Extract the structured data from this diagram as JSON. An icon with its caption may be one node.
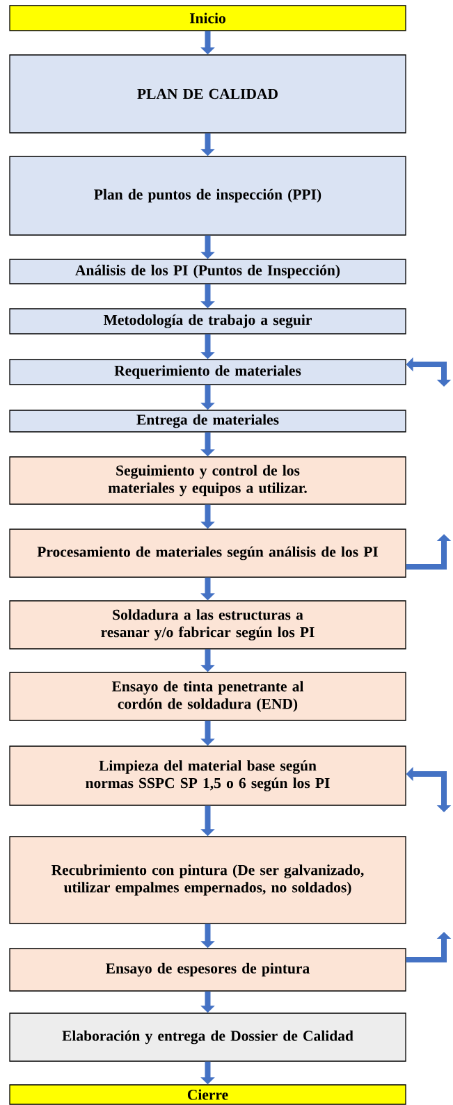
{
  "diagram": {
    "nodes": [
      {
        "text": [
          "Inicio"
        ]
      },
      {
        "text": [
          "PLAN DE CALIDAD"
        ]
      },
      {
        "text": [
          "Plan de puntos de inspección (PPI)"
        ]
      },
      {
        "text": [
          "Análisis de los PI (Puntos de Inspección)"
        ]
      },
      {
        "text": [
          "Metodología de trabajo a seguir"
        ]
      },
      {
        "text": [
          "Requerimiento de materiales"
        ]
      },
      {
        "text": [
          "Entrega de materiales"
        ]
      },
      {
        "text": [
          "Seguimiento y control de los materiales y equipos a utilizar."
        ]
      },
      {
        "text": [
          "Procesamiento de materiales según análisis de los PI"
        ]
      },
      {
        "text": [
          "Soldadura a las estructuras a resanar y/o fabricar según los PI"
        ]
      },
      {
        "text": [
          "Ensayo de tinta penetrante al cordón de soldadura (END)"
        ]
      },
      {
        "text": [
          "Limpieza del material base según normas SSPC SP 1,5 o 6 según los PI"
        ]
      },
      {
        "text": [
          "Recubrimiento con pintura (De ser galvanizado, utilizar empalmes empernados, no soldados)"
        ]
      },
      {
        "text": [
          "Ensayo de espesores de pintura"
        ]
      },
      {
        "text": [
          "Elaboración y entrega de Dossier de Calidad"
        ]
      },
      {
        "text": [
          "Cierre"
        ]
      }
    ],
    "edges": [
      {
        "from": 0,
        "to": 1,
        "arrow": "to"
      },
      {
        "from": 1,
        "to": 2,
        "arrow": "to"
      },
      {
        "from": 2,
        "to": 3,
        "arrow": "to"
      },
      {
        "from": 3,
        "to": 4,
        "arrow": "to"
      },
      {
        "from": 4,
        "to": 5,
        "arrow": "to"
      },
      {
        "from": 5,
        "to": 6,
        "arrow": "to"
      },
      {
        "from": 6,
        "to": 7,
        "arrow": "to"
      },
      {
        "from": 7,
        "to": 8,
        "arrow": "to"
      },
      {
        "from": 8,
        "to": 9,
        "arrow": "to"
      },
      {
        "from": 9,
        "to": 10,
        "arrow": "to"
      },
      {
        "from": 10,
        "to": 11,
        "arrow": "to"
      },
      {
        "from": 11,
        "to": 12,
        "arrow": "to"
      },
      {
        "from": 12,
        "to": 13,
        "arrow": "to"
      },
      {
        "from": 13,
        "to": 14,
        "arrow": "to"
      },
      {
        "from": 14,
        "to": 15,
        "arrow": "to"
      },
      {
        "from": null,
        "to": 5,
        "arrow": "both"
      },
      {
        "from": 8,
        "to": null,
        "arrow": "to"
      },
      {
        "from": null,
        "to": 11,
        "arrow": "both"
      },
      {
        "from": 13,
        "to": null,
        "arrow": "to"
      }
    ]
  }
}
